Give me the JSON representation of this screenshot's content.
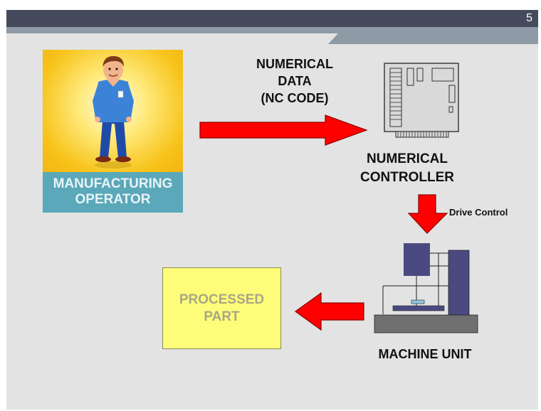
{
  "slide": {
    "page_number": "5"
  },
  "operator": {
    "label_line1": "MANUFACTURING",
    "label_line2": "OPERATOR"
  },
  "nc_data": {
    "line1": "NUMERICAL",
    "line2": "DATA",
    "line3": "(NC CODE)"
  },
  "controller": {
    "line1": "NUMERICAL",
    "line2": "CONTROLLER"
  },
  "drive_control": {
    "label": "Drive Control"
  },
  "machine": {
    "label": "MACHINE UNIT"
  },
  "processed_part": {
    "line1": "PROCESSED",
    "line2": "PART"
  },
  "colors": {
    "arrow_red": "#ff0000",
    "machine_blue": "#4a4a80",
    "machine_base": "#707070",
    "part_box": "#fdfd7a",
    "operator_label_bg": "#5aa8ba",
    "topbar": "#454a5c"
  },
  "icons": {
    "operator": "operator-figure-icon",
    "controller": "controller-circuit-board-icon",
    "machine": "cnc-machine-icon"
  }
}
